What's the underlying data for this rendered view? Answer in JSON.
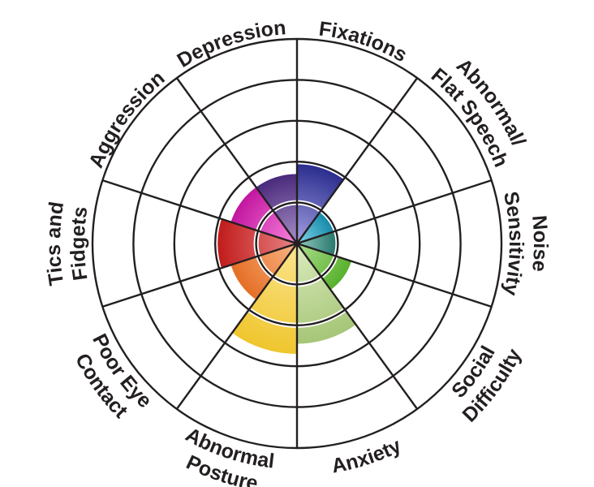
{
  "chart_data": {
    "type": "polar-area",
    "title": "",
    "rings": 5,
    "max": 5,
    "grid": true,
    "categories": [
      {
        "lines": [
          "Fixations"
        ],
        "value": 1.95,
        "color_outer": "#2b2d8e",
        "color_inner": "#a3a1e2"
      },
      {
        "lines": [
          "Abnormal/",
          "Flat Speech"
        ],
        "value": 1.0,
        "color_outer": "#0e86a6",
        "color_inner": "#86d6ea"
      },
      {
        "lines": [
          "Noise",
          "Sensitivity"
        ],
        "value": 1.0,
        "color_outer": "#23736a",
        "color_inner": "#95cbc0"
      },
      {
        "lines": [
          "Social",
          "Difficulty"
        ],
        "value": 1.4,
        "color_outer": "#58b12c",
        "color_inner": "#aede90"
      },
      {
        "lines": [
          "Anxiety"
        ],
        "value": 2.45,
        "color_outer": "#a6c677",
        "color_inner": "#dcebc0"
      },
      {
        "lines": [
          "Abnormal",
          "Posture"
        ],
        "value": 2.7,
        "color_outer": "#efc62e",
        "color_inner": "#fce590"
      },
      {
        "lines": [
          "Poor Eye",
          "Contact"
        ],
        "value": 1.7,
        "color_outer": "#e56f26",
        "color_inner": "#f9b585"
      },
      {
        "lines": [
          "Tics and",
          "Fidgets"
        ],
        "value": 2.0,
        "color_outer": "#c01818",
        "color_inner": "#e88484"
      },
      {
        "lines": [
          "Aggression"
        ],
        "value": 1.7,
        "color_outer": "#c216a0",
        "color_inner": "#f884dc"
      },
      {
        "lines": [
          "Depression"
        ],
        "value": 1.7,
        "color_outer": "#4a2a7c",
        "color_inner": "#a890c6"
      }
    ]
  }
}
